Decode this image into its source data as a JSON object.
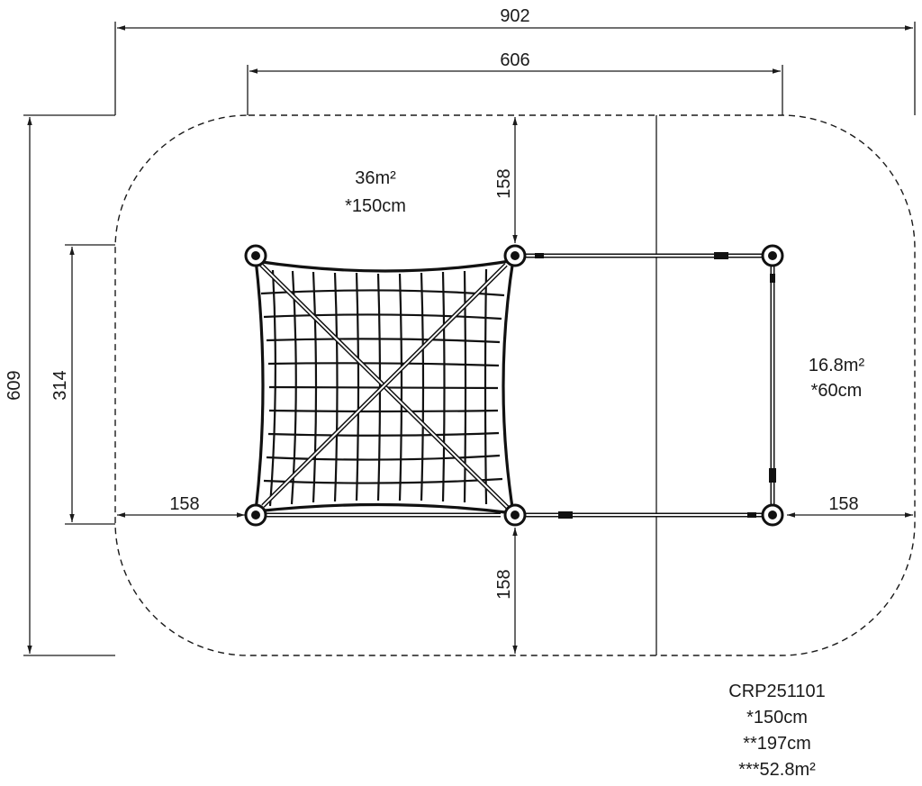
{
  "dimensions": {
    "overall_width": "902",
    "frame_width": "606",
    "overall_depth": "609",
    "frame_depth": "314",
    "top_clearance": "158",
    "bottom_clearance": "158",
    "left_clearance": "158",
    "right_clearance": "158"
  },
  "zones": {
    "net_area": "36m²",
    "net_height": "*150cm",
    "rope_area": "16.8m²",
    "rope_height": "*60cm"
  },
  "product": {
    "code": "CRP251101",
    "fall_height": "*150cm",
    "total_height": "**197cm",
    "safety_area": "***52.8m²"
  }
}
